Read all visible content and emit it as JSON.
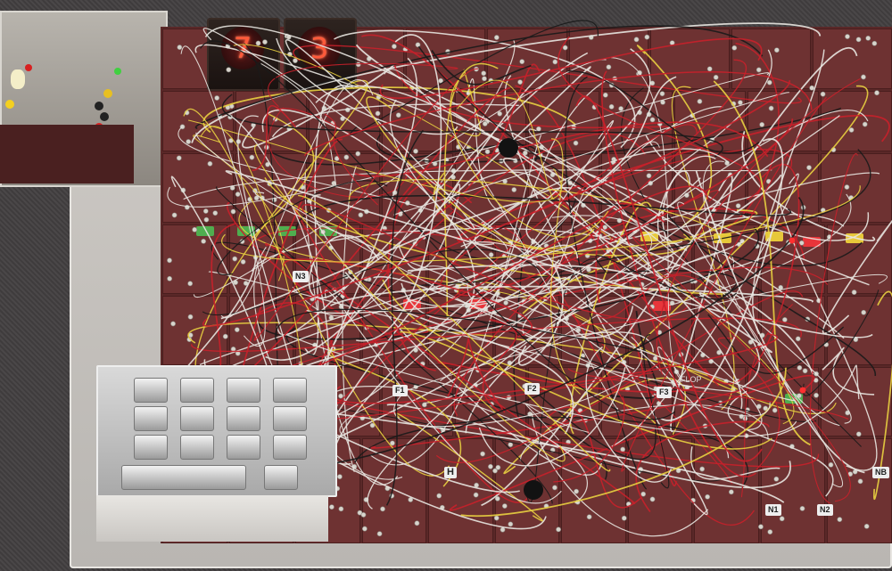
{
  "photo": {
    "nixie_digits": [
      "7",
      "3"
    ],
    "keypad_keys": [
      "",
      "",
      "",
      "",
      "",
      "",
      "",
      "",
      "",
      "",
      "",
      "",
      "",
      "",
      "",
      ""
    ],
    "module_labels": [
      {
        "text": "F1",
        "style": "white"
      },
      {
        "text": "F2",
        "style": "white"
      },
      {
        "text": "F3",
        "style": "white"
      },
      {
        "text": "H",
        "style": "white"
      },
      {
        "text": "N1",
        "style": "white"
      },
      {
        "text": "N2",
        "style": "white"
      },
      {
        "text": "N3",
        "style": "white"
      },
      {
        "text": "NB",
        "style": "white"
      },
      {
        "text": "FLOP",
        "style": "white"
      }
    ],
    "colors": {
      "pcb": "#6e3232",
      "nixie_glow": "#ff5a3a",
      "wire_white": "#e8e6e0",
      "wire_red": "#c8202a",
      "wire_black": "#1a1a1a",
      "wire_yellow": "#e8d040"
    }
  }
}
